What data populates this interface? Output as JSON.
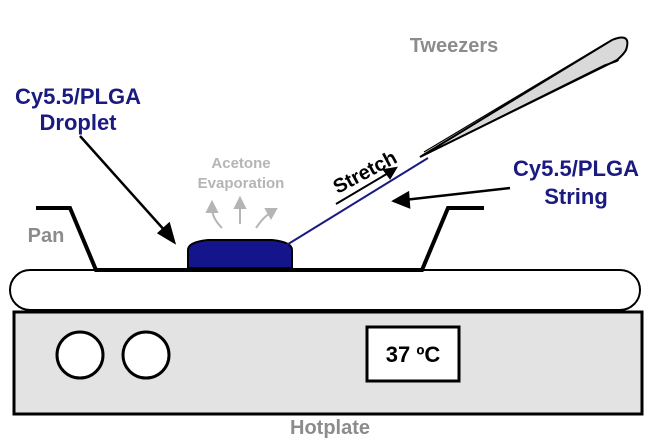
{
  "labels": {
    "droplet_line1": "Cy5.5/PLGA",
    "droplet_line2": "Droplet",
    "string_line1": "Cy5.5/PLGA",
    "string_line2": "String",
    "acetone_line1": "Acetone",
    "acetone_line2": "Evaporation",
    "tweezers": "Tweezers",
    "stretch": "Stretch",
    "pan": "Pan",
    "temperature": "37 ºC",
    "hotplate": "Hotplate"
  },
  "colors": {
    "navy": "#1a1a80",
    "droplet_fill": "#14148c",
    "gray_label": "#8c8c8c",
    "light_gray": "#b5b5b5",
    "hotplate_fill": "#e3e3e3",
    "outline": "#000000"
  }
}
